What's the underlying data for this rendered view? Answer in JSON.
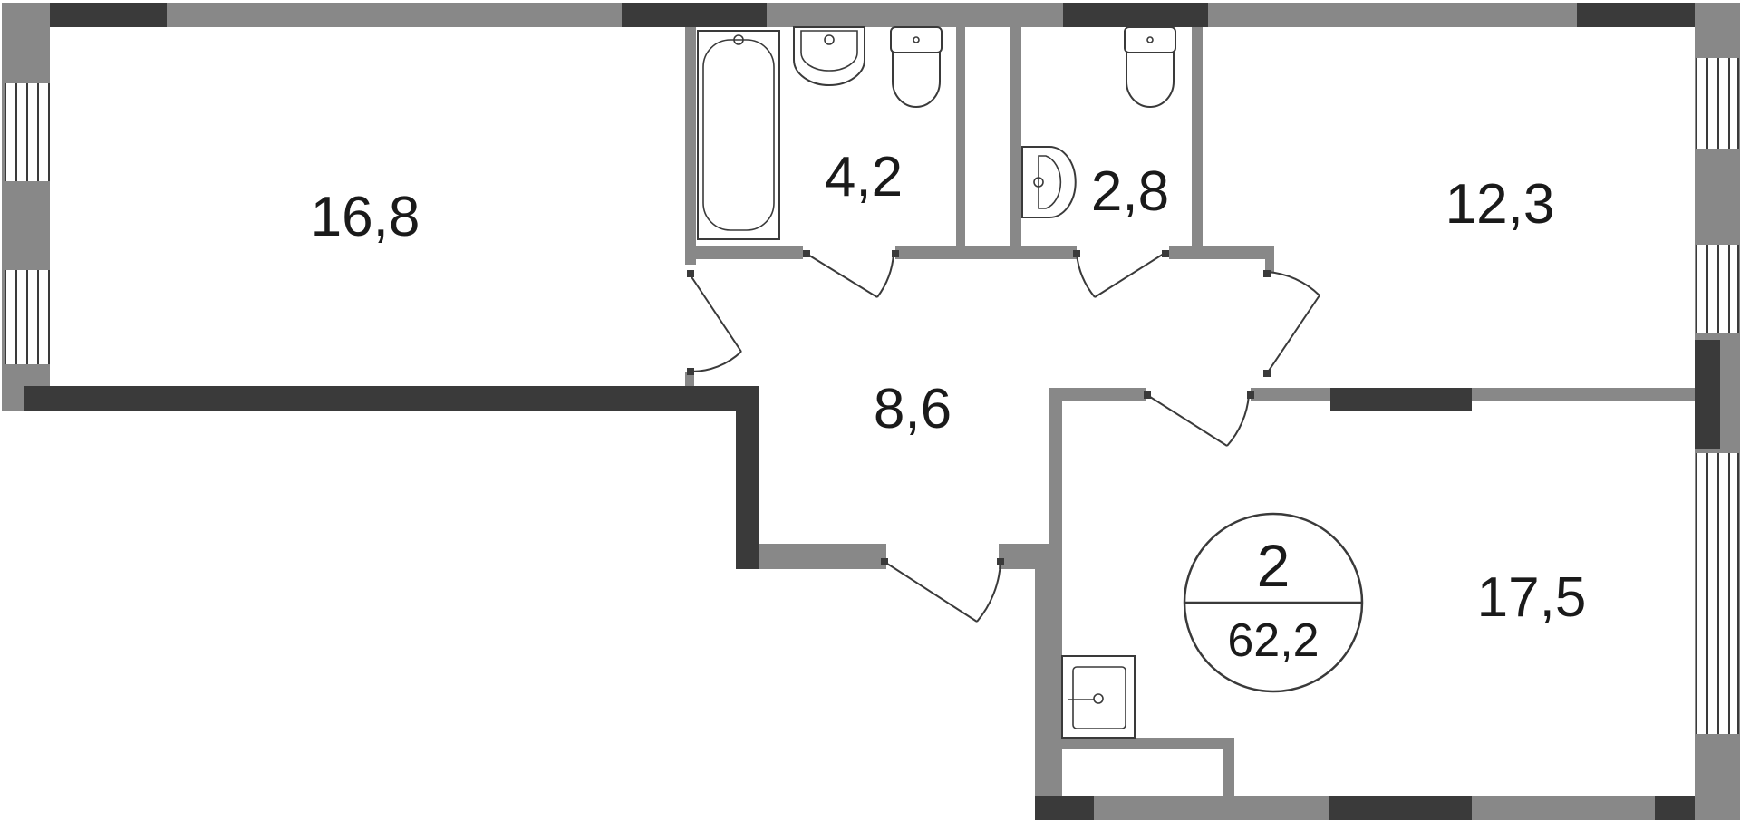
{
  "rooms": [
    {
      "id": "living-left",
      "area": "16,8"
    },
    {
      "id": "bathroom",
      "area": "4,2"
    },
    {
      "id": "toilet",
      "area": "2,8"
    },
    {
      "id": "bedroom-right",
      "area": "12,3"
    },
    {
      "id": "hallway",
      "area": "8,6"
    },
    {
      "id": "kitchen-living",
      "area": "17,5"
    }
  ],
  "badge": {
    "rooms": "2",
    "total_area": "62,2"
  },
  "colors": {
    "wall_gray": "#888888",
    "wall_dark": "#3a3a3a",
    "background": "#ffffff"
  }
}
